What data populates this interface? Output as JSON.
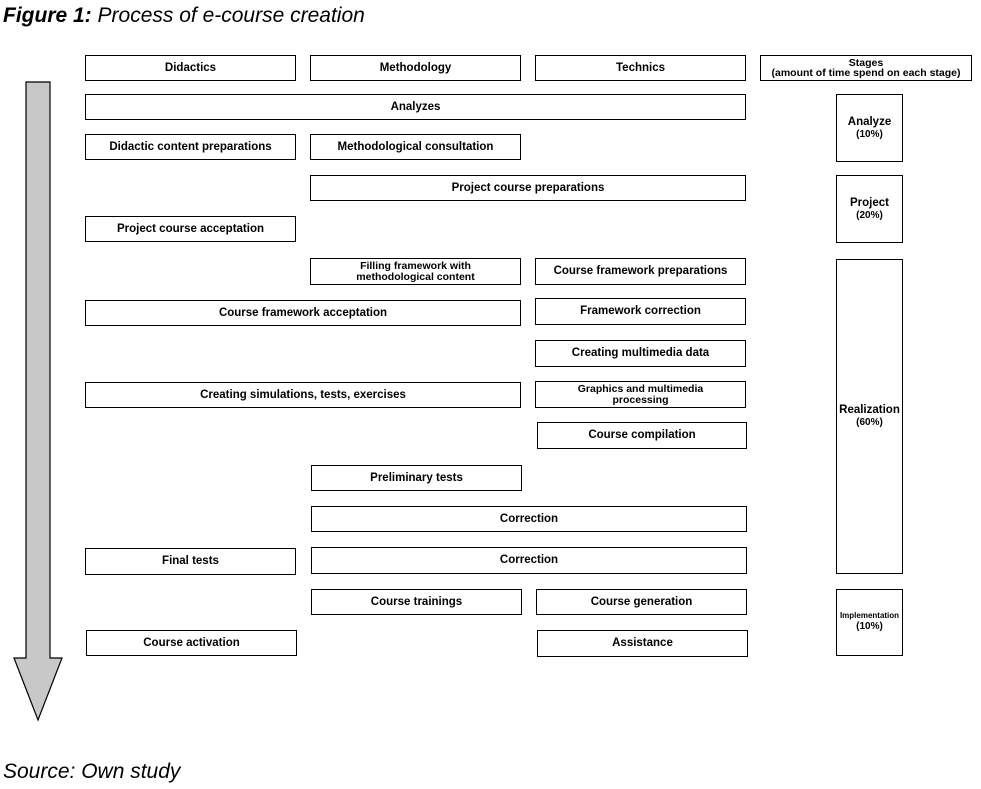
{
  "caption": {
    "label": "Figure 1:",
    "text": "Process of e-course creation"
  },
  "source": "Source: Own study",
  "columns": {
    "didactics": "Didactics",
    "methodology": "Methodology",
    "technics": "Technics",
    "stages_title": "Stages",
    "stages_subtitle": "(amount of time spend on each stage)"
  },
  "steps": {
    "analyzes": "Analyzes",
    "didactic_content_preparations": "Didactic content preparations",
    "methodological_consultation": "Methodological consultation",
    "project_course_preparations": "Project course preparations",
    "project_course_acceptation": "Project course acceptation",
    "filling_framework_line1": "Filling framework with",
    "filling_framework_line2": "methodological content",
    "course_framework_preparations": "Course framework preparations",
    "course_framework_acceptation": "Course framework acceptation",
    "framework_correction": "Framework correction",
    "creating_multimedia_data": "Creating multimedia data",
    "creating_simulations": "Creating simulations, tests, exercises",
    "graphics_line1": "Graphics and multimedia",
    "graphics_line2": "processing",
    "course_compilation": "Course compilation",
    "preliminary_tests": "Preliminary tests",
    "correction_1": "Correction",
    "final_tests": "Final tests",
    "correction_2": "Correction",
    "course_trainings": "Course trainings",
    "course_generation": "Course generation",
    "course_activation": "Course activation",
    "assistance": "Assistance"
  },
  "stages": {
    "analyze": {
      "name": "Analyze",
      "pct": "(10%)"
    },
    "project": {
      "name": "Project",
      "pct": "(20%)"
    },
    "realization": {
      "name": "Realization",
      "pct": "(60%)"
    },
    "implementation": {
      "name": "Implementation",
      "pct": "(10%)"
    }
  },
  "colors": {
    "arrow_fill": "#c8c8c8",
    "border": "#000000"
  }
}
